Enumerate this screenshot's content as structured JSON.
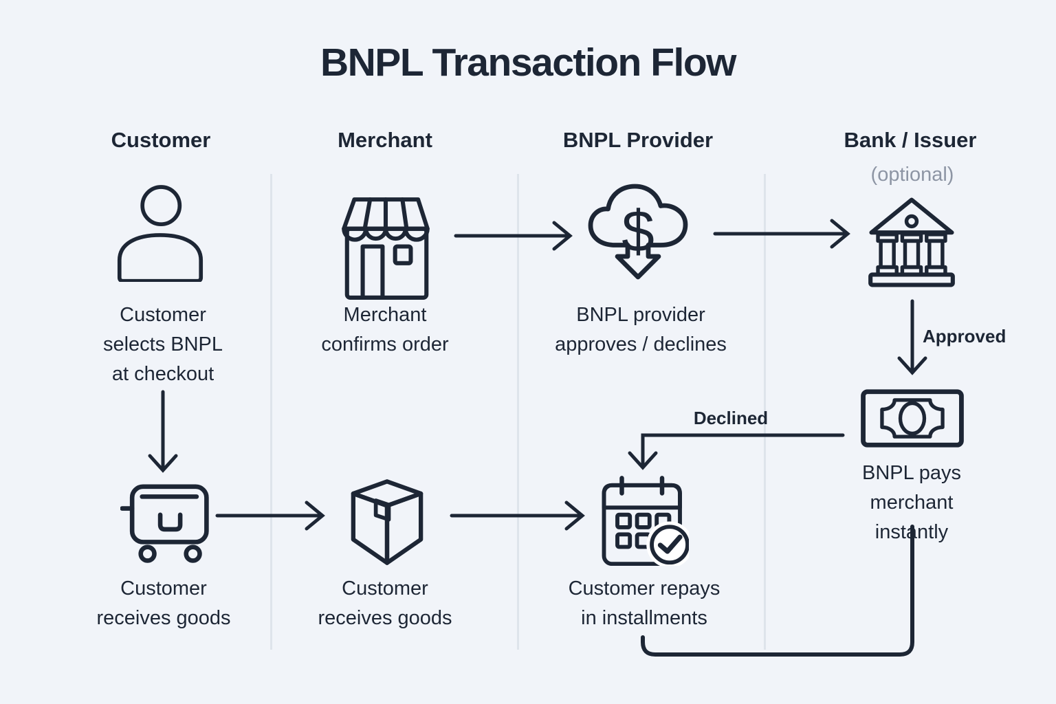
{
  "title": "BNPL Transaction Flow",
  "columns": [
    {
      "label": "Customer"
    },
    {
      "label": "Merchant"
    },
    {
      "label": "BNPL Provider"
    },
    {
      "label": "Bank / Issuer",
      "sublabel": "(optional)"
    }
  ],
  "steps": {
    "customer_selects": {
      "caption": "Customer\nselects BNPL\nat checkout"
    },
    "merchant_confirms": {
      "caption": "Merchant\nconfirms order"
    },
    "bnpl_decision": {
      "caption": "BNPL provider\napproves / declines"
    },
    "bnpl_pays": {
      "caption": "BNPL pays\nmerchant instantly"
    },
    "customer_receives": {
      "caption": "Customer\nreceives goods"
    },
    "merchant_ships": {
      "caption": "Customer\nreceives goods"
    },
    "customer_repays": {
      "caption": "Customer repays\nin installments"
    }
  },
  "edge_labels": {
    "approved": "Approved",
    "declined": "Declined"
  },
  "icons": {
    "dollar_glyph": "$"
  },
  "colors": {
    "bg": "#f1f4f9",
    "ink": "#1d2635",
    "gray": "#8d95a4",
    "divider": "#dee4eb",
    "blue": "#a7c8f1",
    "blue_light": "#c6daf8",
    "blue_lighter": "#d9e7fc",
    "blue_mid": "#b3cff3",
    "mint": "#a9e4ca",
    "yellow": "#f6d963",
    "note_yellow": "#f7dc6e",
    "yellow_deep": "#f2cd55",
    "pink": "#f5a3a8",
    "orange": "#f8c78e",
    "white": "#ffffff"
  }
}
